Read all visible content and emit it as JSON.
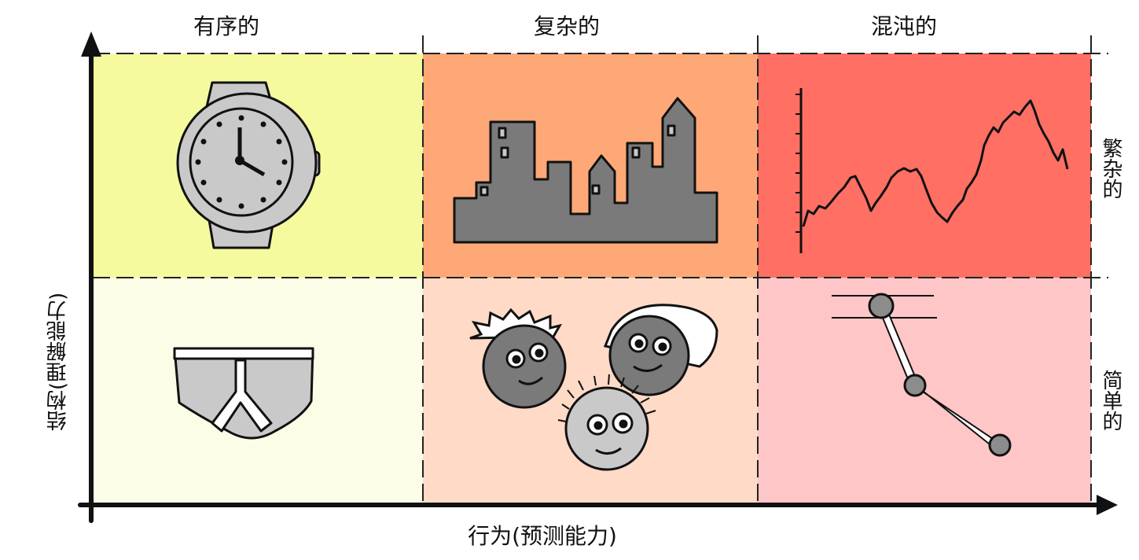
{
  "columns": [
    "有序的",
    "复杂的",
    "混沌的"
  ],
  "rows": [
    "繁杂的",
    "简单的"
  ],
  "x_axis": "行为(预测能力)",
  "y_axis": "结构(理解能力)",
  "colors": {
    "ordered_complicated": "#f5fa9e",
    "ordered_simple": "#fcfde6",
    "complex_complicated": "#fea878",
    "complex_simple": "#fedac7",
    "chaotic_complicated": "#ff6f63",
    "chaotic_simple": "#fec6c6",
    "icon_fill": "#7a7a7a",
    "icon_light": "#c9c9c9"
  }
}
